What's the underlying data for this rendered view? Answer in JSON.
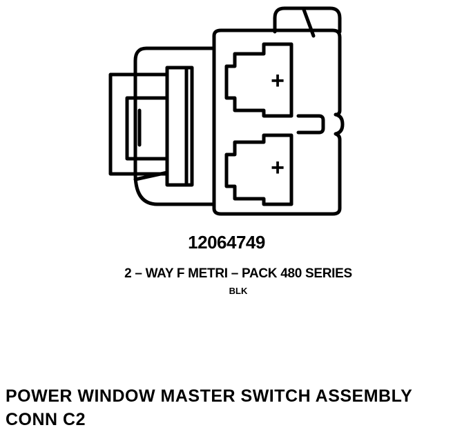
{
  "connector": {
    "part_number": "12064749",
    "description": "2 – WAY F METRI – PACK 480 SERIES",
    "color": "BLK",
    "terminal_symbols": [
      "+",
      "+"
    ]
  },
  "title": {
    "line1": "POWER WINDOW MASTER SWITCH ASSEMBLY",
    "line2": "CONN C2"
  }
}
